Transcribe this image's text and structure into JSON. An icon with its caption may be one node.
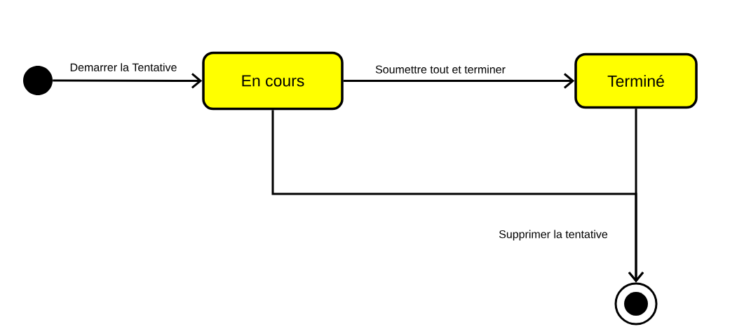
{
  "diagram": {
    "nodes": [
      {
        "text": [],
        "shape": "circle"
      },
      {
        "text": [
          "En cours"
        ]
      },
      {
        "text": [
          "Terminé"
        ]
      },
      {
        "text": [],
        "shape": "bullseye"
      }
    ],
    "edges": [
      {
        "from": 0,
        "to": 1,
        "arrow": "to",
        "label": "Demarrer la Tentative"
      },
      {
        "from": 1,
        "to": 2,
        "arrow": "to",
        "label": "Soumettre tout et terminer"
      },
      {
        "from": 1,
        "to": 3,
        "arrow": "to",
        "label": "Supprimer la tentative"
      },
      {
        "from": 2,
        "to": 3,
        "arrow": "to"
      }
    ]
  }
}
